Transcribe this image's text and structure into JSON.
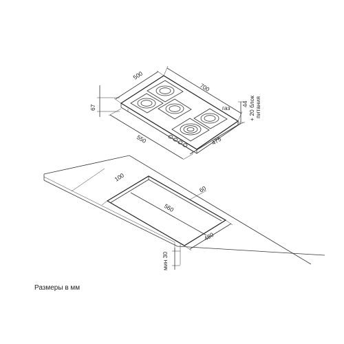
{
  "labels": {
    "hob_depth": "500",
    "hob_width": "700",
    "hob_height": "67",
    "gas": "газ",
    "connection_height": "44",
    "power_unit_line1": "+ 20 блок",
    "power_unit_line2": "питания",
    "body_depth": "550",
    "body_width": "475",
    "cutout_front_offset": "100",
    "cutout_side_offset": "60",
    "cutout_length": "560",
    "cutout_depth": "480",
    "min_thickness": "мин 30"
  },
  "caption": "Размеры в мм"
}
